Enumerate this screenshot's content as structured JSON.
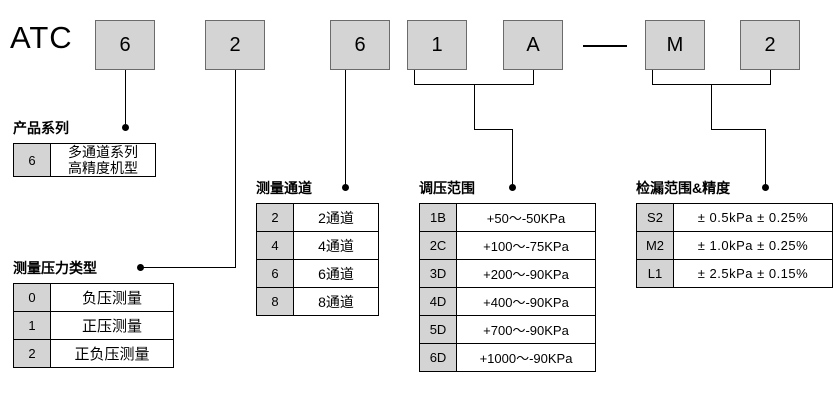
{
  "header": {
    "prefix": "ATC",
    "codes": [
      "6",
      "2",
      "6",
      "1",
      "A",
      "M",
      "2"
    ],
    "separator": "—"
  },
  "sections": {
    "series": {
      "title": "产品系列",
      "rows": [
        {
          "key": "6",
          "value": "多通道系列\n高精度机型"
        }
      ]
    },
    "pressure_type": {
      "title": "测量压力类型",
      "rows": [
        {
          "key": "0",
          "value": "负压测量"
        },
        {
          "key": "1",
          "value": "正压测量"
        },
        {
          "key": "2",
          "value": "正负压测量"
        }
      ]
    },
    "channels": {
      "title": "测量通道",
      "rows": [
        {
          "key": "2",
          "value": "2通道"
        },
        {
          "key": "4",
          "value": "4通道"
        },
        {
          "key": "6",
          "value": "6通道"
        },
        {
          "key": "8",
          "value": "8通道"
        }
      ]
    },
    "regulation_range": {
      "title": "调压范围",
      "rows": [
        {
          "key": "1B",
          "value": "+50～-50KPa"
        },
        {
          "key": "2C",
          "value": "+100～-75KPa"
        },
        {
          "key": "3D",
          "value": "+200～-90KPa"
        },
        {
          "key": "4D",
          "value": "+400～-90KPa"
        },
        {
          "key": "5D",
          "value": "+700～-90KPa"
        },
        {
          "key": "6D",
          "value": "+1000～-90KPa"
        }
      ]
    },
    "leak_range": {
      "title": "检漏范围&精度",
      "rows": [
        {
          "key": "S2",
          "value": "± 0.5kPa  ± 0.25%"
        },
        {
          "key": "M2",
          "value": "± 1.0kPa  ± 0.25%"
        },
        {
          "key": "L1",
          "value": "± 2.5kPa  ± 0.15%"
        }
      ]
    }
  }
}
